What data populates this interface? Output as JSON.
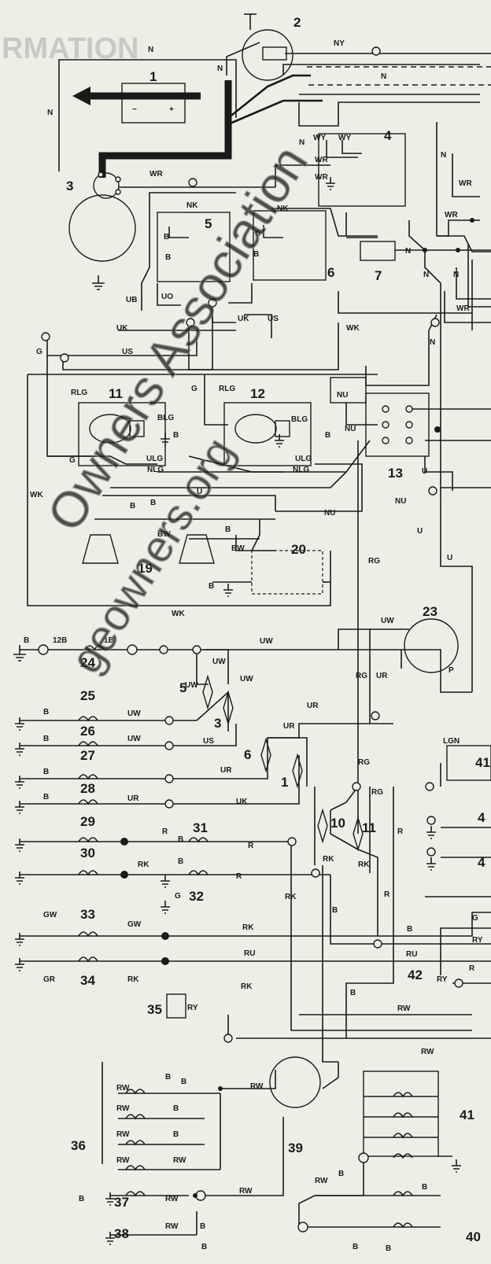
{
  "header": {
    "text": "RMATION"
  },
  "watermark": {
    "line1": "Owners Association",
    "line2": "geowners.org"
  },
  "components": [
    {
      "id": "c1",
      "label": "1"
    },
    {
      "id": "c2",
      "label": "2"
    },
    {
      "id": "c3",
      "label": "3"
    },
    {
      "id": "c4",
      "label": "4"
    },
    {
      "id": "c5",
      "label": "5"
    },
    {
      "id": "c6",
      "label": "6"
    },
    {
      "id": "c7",
      "label": "7"
    },
    {
      "id": "c11",
      "label": "11"
    },
    {
      "id": "c12",
      "label": "12"
    },
    {
      "id": "c13",
      "label": "13"
    },
    {
      "id": "c19",
      "label": "19"
    },
    {
      "id": "c20",
      "label": "20"
    },
    {
      "id": "c23",
      "label": "23"
    },
    {
      "id": "c24",
      "label": "24"
    },
    {
      "id": "c25",
      "label": "25"
    },
    {
      "id": "c26",
      "label": "26"
    },
    {
      "id": "c27",
      "label": "27"
    },
    {
      "id": "c28",
      "label": "28"
    },
    {
      "id": "c29",
      "label": "29"
    },
    {
      "id": "c30",
      "label": "30"
    },
    {
      "id": "c31",
      "label": "31"
    },
    {
      "id": "c32",
      "label": "32"
    },
    {
      "id": "c33",
      "label": "33"
    },
    {
      "id": "c34",
      "label": "34"
    },
    {
      "id": "c35",
      "label": "35"
    },
    {
      "id": "c36",
      "label": "36"
    },
    {
      "id": "c37",
      "label": "37"
    },
    {
      "id": "c38",
      "label": "38"
    },
    {
      "id": "c39",
      "label": "39"
    },
    {
      "id": "c40",
      "label": "40"
    },
    {
      "id": "c41",
      "label": "41"
    },
    {
      "id": "c42",
      "label": "42"
    },
    {
      "id": "f5",
      "label": "5"
    },
    {
      "id": "f3",
      "label": "3"
    },
    {
      "id": "f6",
      "label": "6"
    },
    {
      "id": "f1",
      "label": "1"
    },
    {
      "id": "f10",
      "label": "10"
    },
    {
      "id": "f11",
      "label": "11"
    },
    {
      "id": "e41",
      "label": "41"
    },
    {
      "id": "e4a",
      "label": "4"
    },
    {
      "id": "e4b",
      "label": "4"
    }
  ],
  "wire_labels": [
    "N",
    "NY",
    "N",
    "N",
    "N",
    "N",
    "WY",
    "WY",
    "WR",
    "WR",
    "WR",
    "N",
    "WR",
    "WR",
    "NK",
    "NK",
    "B",
    "B",
    "B",
    "B",
    "WR",
    "N",
    "N",
    "N",
    "N",
    "UB",
    "UO",
    "UK",
    "US",
    "UK",
    "G",
    "US",
    "WK",
    "G",
    "RLG",
    "BLG",
    "B",
    "G",
    "ULG",
    "NLG",
    "U",
    "B",
    "RLG",
    "BLG",
    "B",
    "ULG",
    "NLG",
    "NU",
    "NU",
    "NU",
    "U",
    "U",
    "WK",
    "B",
    "BW",
    "B",
    "BW",
    "NU",
    "B",
    "WK",
    "RG",
    "U",
    "B",
    "12B",
    "1B",
    "UW",
    "UW",
    "UW",
    "UW",
    "UW",
    "P",
    "RG",
    "UR",
    "B",
    "UW",
    "B",
    "UW",
    "US",
    "B",
    "UR",
    "UR",
    "UR",
    "B",
    "UR",
    "UK",
    "LGN",
    "RG",
    "RG",
    "R",
    "R",
    "B",
    "R",
    "B",
    "RK",
    "RK",
    "RK",
    "R",
    "R",
    "RK",
    "B",
    "G",
    "GW",
    "GW",
    "RK",
    "B",
    "G",
    "GR",
    "RK",
    "RU",
    "RU",
    "RY",
    "RY",
    "R",
    "RK",
    "RY",
    "B",
    "RW",
    "RW",
    "B",
    "RW",
    "B",
    "RW",
    "B",
    "RW",
    "B",
    "RW",
    "RW",
    "RW",
    "B",
    "RW",
    "RW",
    "B",
    "RW",
    "B",
    "RW",
    "B",
    "B",
    "B",
    "B"
  ]
}
